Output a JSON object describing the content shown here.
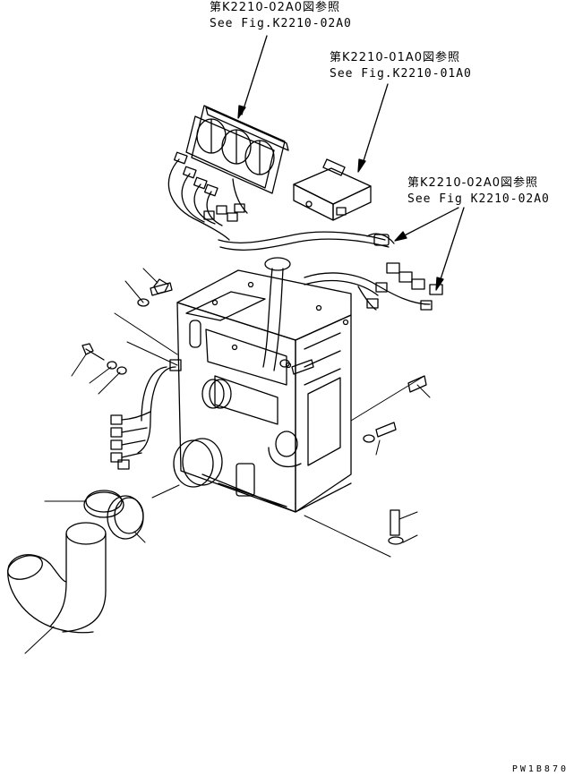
{
  "callouts": {
    "top": {
      "jp": "第K2210-02A0図参照",
      "en": "See Fig.K2210-02A0"
    },
    "mid": {
      "jp": "第K2210-01A0図参照",
      "en": "See Fig.K2210-01A0"
    },
    "right": {
      "jp": "第K2210-02A0図参照",
      "en": "See Fig K2210-02A0"
    }
  },
  "drawing_id": "PW1B870"
}
